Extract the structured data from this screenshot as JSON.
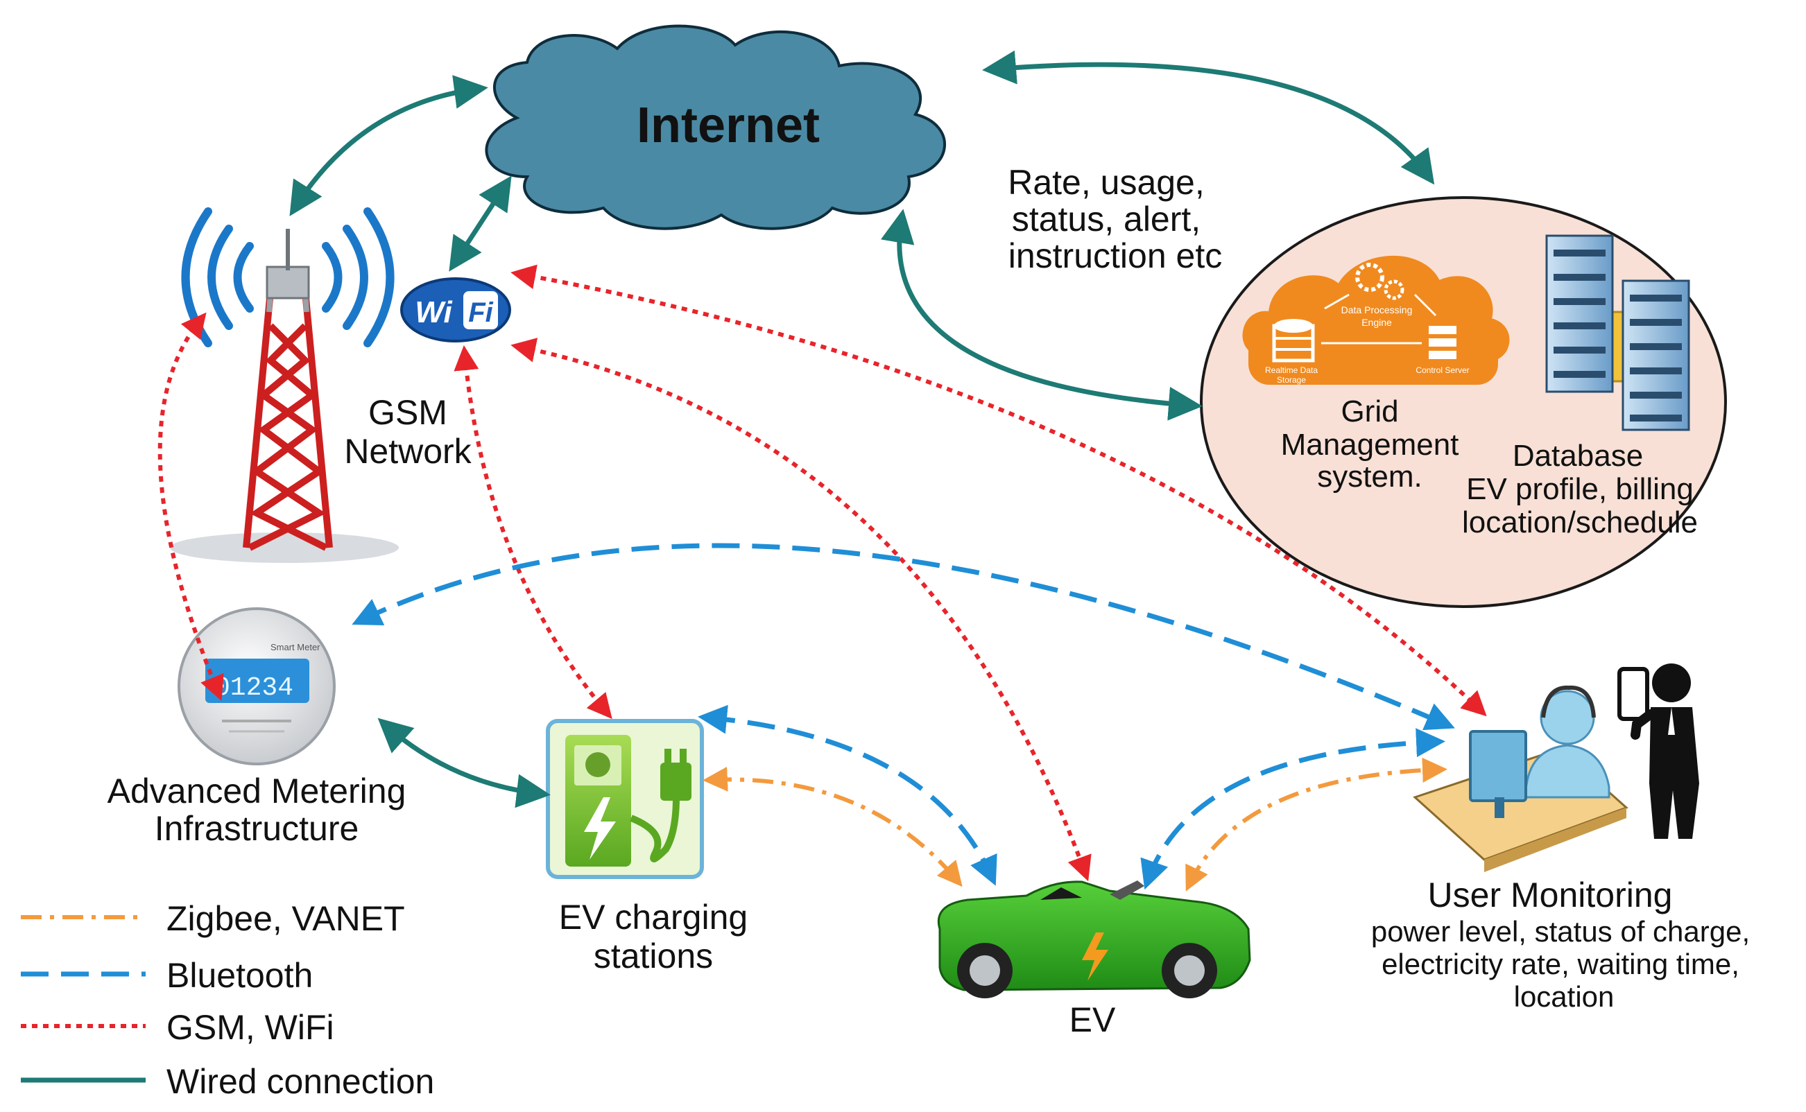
{
  "cloud": {
    "label": "Internet"
  },
  "nodes": {
    "gsm": {
      "line1": "GSM",
      "line2": "Network"
    },
    "wifi": {
      "badge_left": "Wi",
      "badge_right": "Fi"
    },
    "info_label": {
      "line1": "Rate, usage,",
      "line2": "status, alert,",
      "line3": "instruction etc"
    },
    "grid": {
      "line1": "Grid",
      "line2": "Management",
      "line3": "system."
    },
    "database": {
      "line1": "Database",
      "line2": "EV profile, billing",
      "line3": "location/schedule"
    },
    "ami": {
      "line1": "Advanced Metering",
      "line2": "Infrastructure"
    },
    "meter": {
      "brand": "Smart Meter",
      "reading": "01234"
    },
    "charging": {
      "line1": "EV charging",
      "line2": "stations"
    },
    "ev": {
      "label": "EV"
    },
    "user": {
      "title": "User Monitoring",
      "line1": "power level, status of charge,",
      "line2": "electricity rate, waiting time,",
      "line3": "location"
    },
    "grid_cloud": {
      "t1": "Data Processing",
      "t2": "Engine",
      "t3": "Realtime Data",
      "t4": "Storage",
      "t5": "Control Server"
    }
  },
  "legend": [
    {
      "label": "Zigbee, VANET",
      "color": "#f39a3e"
    },
    {
      "label": "Bluetooth",
      "color": "#1f8ed6"
    },
    {
      "label": "GSM, WiFi",
      "color": "#e8242b"
    },
    {
      "label": "Wired connection",
      "color": "#1d7a74"
    }
  ],
  "colors": {
    "wired": "#1d7a74",
    "gsm_wifi": "#e8242b",
    "bluetooth": "#1f8ed6",
    "zigbee": "#f39a3e",
    "cloud_fill": "#4b8aa4",
    "ellipse_fill": "#f8e0d6"
  }
}
